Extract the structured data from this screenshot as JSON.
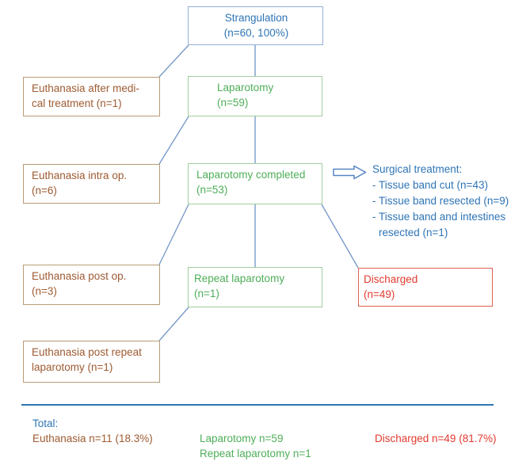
{
  "palette": {
    "blue": "#2E74B5",
    "box_border_blue": "#95AFD7",
    "connector": "#7A9CC9",
    "arrow": "#5585C5",
    "brown": "#9E5B32",
    "brown_border": "#B79B76",
    "green": "#4EAE58",
    "green_border": "#A3CDA0",
    "red": "#E23B30",
    "red_border": "#DF5F4F",
    "divider": "#2E74B5"
  },
  "boxes": {
    "strangulation": {
      "lines": [
        "Strangulation",
        "(n=60, 100%)"
      ]
    },
    "euthanasia_medical": {
      "lines": [
        "Euthanasia after medi-",
        "cal treatment (n=1)"
      ]
    },
    "laparotomy": {
      "lines": [
        "Laparotomy",
        "(n=59)"
      ]
    },
    "euthanasia_intra": {
      "lines": [
        "Euthanasia intra op.",
        "(n=6)"
      ]
    },
    "laparotomy_completed": {
      "lines": [
        "Laparotomy completed",
        "(n=53)"
      ]
    },
    "euthanasia_post": {
      "lines": [
        "Euthanasia post op.",
        "(n=3)"
      ]
    },
    "repeat_laparotomy": {
      "lines": [
        "Repeat laparotomy",
        "(n=1)"
      ]
    },
    "discharged": {
      "lines": [
        "Discharged",
        "(n=49)"
      ]
    },
    "euthanasia_post_repeat": {
      "lines": [
        "Euthanasia post repeat",
        "laparotomy (n=1)"
      ]
    }
  },
  "surgical": {
    "title": "Surgical treatment:",
    "items": [
      "- Tissue band cut (n=43)",
      "- Tissue band resected (n=9)",
      "- Tissue band and intestines",
      "resected (n=1)"
    ]
  },
  "totals": {
    "label": "Total:",
    "euthanasia": "Euthanasia n=11 (18.3%)",
    "laparotomy": "Laparotomy n=59",
    "repeat": "Repeat laparotomy n=1",
    "discharged": "Discharged n=49 (81.7%)"
  }
}
